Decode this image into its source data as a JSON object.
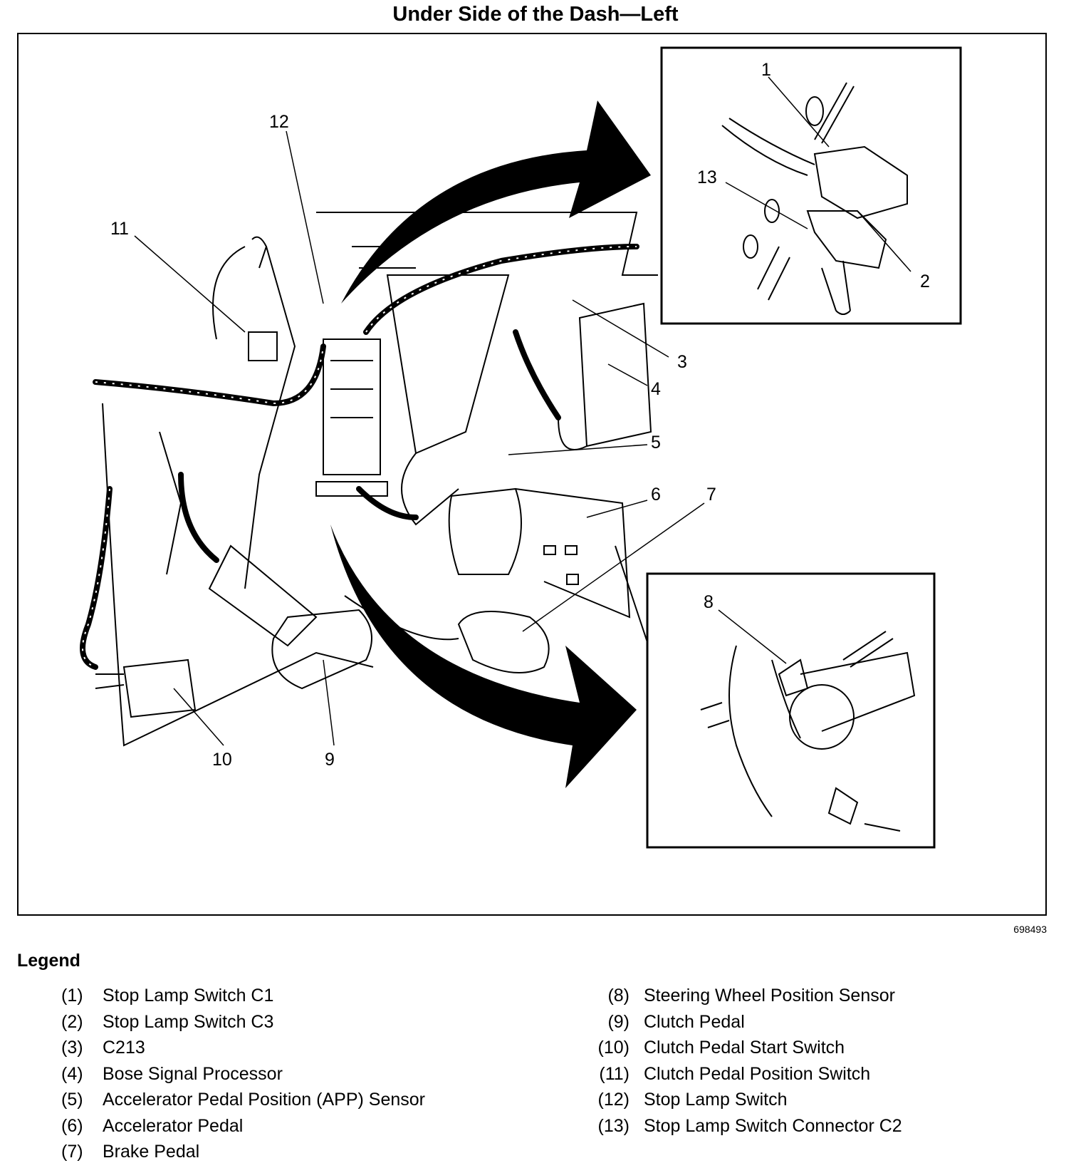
{
  "title": "Under Side of the Dash—Left",
  "figure_id": "698493",
  "callouts": [
    "1",
    "2",
    "3",
    "4",
    "5",
    "6",
    "7",
    "8",
    "9",
    "10",
    "11",
    "12",
    "13"
  ],
  "legend": {
    "heading": "Legend",
    "left": [
      {
        "num": "(1)",
        "label": "Stop Lamp Switch C1"
      },
      {
        "num": "(2)",
        "label": "Stop Lamp Switch C3"
      },
      {
        "num": "(3)",
        "label": "C213"
      },
      {
        "num": "(4)",
        "label": "Bose Signal Processor"
      },
      {
        "num": "(5)",
        "label": "Accelerator Pedal Position (APP) Sensor"
      },
      {
        "num": "(6)",
        "label": "Accelerator Pedal"
      },
      {
        "num": "(7)",
        "label": "Brake Pedal"
      }
    ],
    "right": [
      {
        "num": "(8)",
        "label": "Steering Wheel Position Sensor"
      },
      {
        "num": "(9)",
        "label": "Clutch Pedal"
      },
      {
        "num": "(10)",
        "label": "Clutch Pedal Start Switch"
      },
      {
        "num": "(11)",
        "label": "Clutch Pedal Position Switch"
      },
      {
        "num": "(12)",
        "label": "Stop Lamp Switch"
      },
      {
        "num": "(13)",
        "label": "Stop Lamp Switch Connector C2"
      }
    ]
  }
}
